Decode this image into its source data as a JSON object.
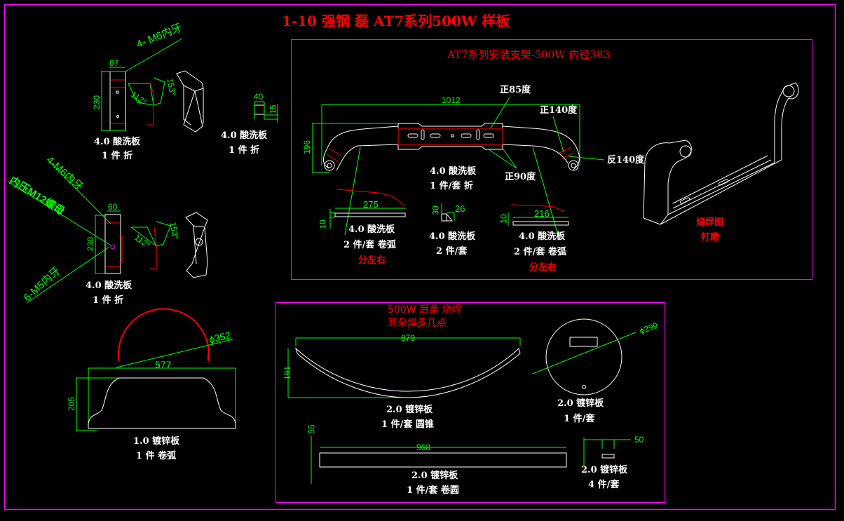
{
  "title": "1-10 强钢 磊 AT7系列500W  样板",
  "colors": {
    "frame": "#ff00ff",
    "dimension": "#00ff00",
    "outline": "#ffffff",
    "highlight": "#ff0000",
    "background": "#000000"
  },
  "parts_left": [
    {
      "id": "bracket-small-1",
      "dims": {
        "width": "67",
        "height": "230",
        "angle1": "112°",
        "angle2": "153°"
      },
      "callout": "4- M6内牙",
      "label_line1": "4.0 酸洗板",
      "label_line2": "1 件 折"
    },
    {
      "id": "clip",
      "dims": {
        "width": "40",
        "height": "15"
      },
      "label_line1": "4.0 酸洗板",
      "label_line2": "1 件 折"
    },
    {
      "id": "bracket-small-2",
      "dims": {
        "width": "60",
        "height": "230",
        "angle1": "112°",
        "angle2": "153°"
      },
      "callouts": [
        "4-M6内牙",
        "内压M12螺母",
        "6-M5内牙"
      ],
      "label_line1": "4.0 酸洗板",
      "label_line2": "1 件 折"
    },
    {
      "id": "cover-plate",
      "dims": {
        "width": "577",
        "height": "205",
        "diameter": "ϕ352"
      },
      "label_line1": "1.0 镀锌板",
      "label_line2": "1 件 卷弧"
    }
  ],
  "panel_top": {
    "subtitle": "AT7系列安装支架-500W   内径383",
    "main_part": {
      "dims": {
        "length": "1012",
        "height": "196"
      },
      "annotations": [
        "正85度",
        "正140度",
        "反140度",
        "正90度"
      ],
      "label_line1": "4.0 酸洗板",
      "label_line2": "1 件/套 折"
    },
    "sub_parts": [
      {
        "dims": {
          "length": "275",
          "thickness": "10"
        },
        "label_line1": "4.0 酸洗板",
        "label_line2": "2 件/套 卷弧",
        "note": "分左右"
      },
      {
        "dims": {
          "height": "30",
          "width": "26"
        },
        "label_line1": "4.0 酸洗板",
        "label_line2": "2 件/套"
      },
      {
        "dims": {
          "length": "216",
          "thickness": "10"
        },
        "label_line1": "4.0 酸洗板",
        "label_line2": "2 件/套 卷弧",
        "note": "分左右"
      }
    ],
    "iso_notes": [
      "烧焊图",
      "打磨"
    ]
  },
  "panel_bottom": {
    "subtitle_line1": "500W 后盖  烧焊",
    "subtitle_line2": "耳朵焊多几点",
    "parts": [
      {
        "id": "arc-strip",
        "dims": {
          "length": "879",
          "height": "191"
        },
        "label_line1": "2.0 镀锌板",
        "label_line2": "1 件/套 圆锥"
      },
      {
        "id": "round-plate",
        "dims": {
          "diameter": "ϕ299"
        },
        "label_line1": "2.0 镀锌板",
        "label_line2": "1 件/套"
      },
      {
        "id": "long-strip",
        "dims": {
          "length": "968",
          "height": "55"
        },
        "label_line1": "2.0 镀锌板",
        "label_line2": "1 件/套 卷圆"
      },
      {
        "id": "small-tab",
        "dims": {
          "width": "50"
        },
        "label_line1": "2.0 镀锌板",
        "label_line2": "4 件/套"
      }
    ]
  }
}
